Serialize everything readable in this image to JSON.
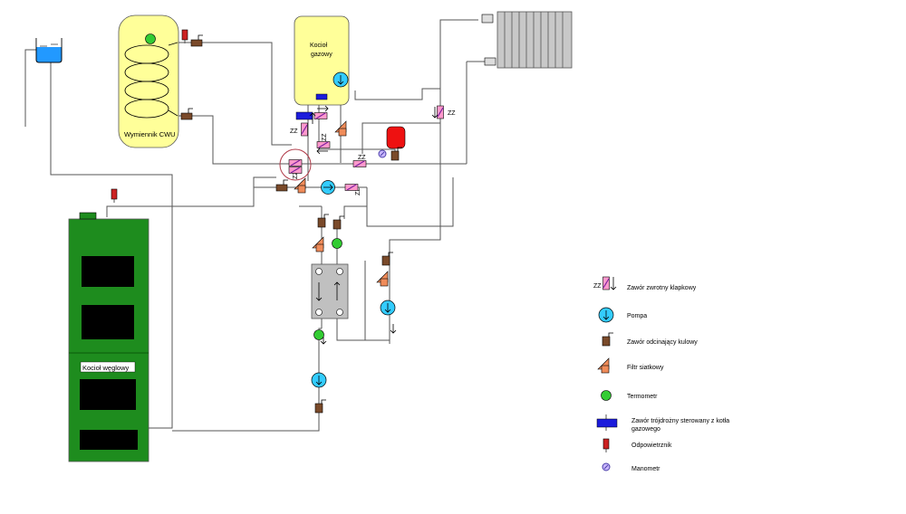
{
  "labels": {
    "gas_boiler_line1": "Kocioł",
    "gas_boiler_line2": "gazowy",
    "dhw_exchanger": "Wymiennik CWU",
    "coal_boiler": "Kocioł węglowy",
    "zz": "ZZ"
  },
  "legend": [
    {
      "icon": "check-valve-icon",
      "prefix": "ZZ",
      "label": "Zawór zwrotny klapkowy"
    },
    {
      "icon": "pump-icon",
      "label": "Pompa"
    },
    {
      "icon": "ball-valve-icon",
      "label": "Zawór odcinający kulowy"
    },
    {
      "icon": "mesh-filter-icon",
      "label": "Filtr siatkowy"
    },
    {
      "icon": "thermometer-icon",
      "label": "Termometr"
    },
    {
      "icon": "three-way-valve-icon",
      "label": "Zawór trójdrożny sterowany z kotła",
      "label2": "gazowego"
    },
    {
      "icon": "air-vent-icon",
      "label": "Odpowietrznik"
    },
    {
      "icon": "manometer-icon",
      "label": "Manometr"
    }
  ],
  "colors": {
    "pipe": "#555555",
    "dhw_tank": "#ffff99",
    "coal_boiler": "#1e8c1e",
    "pump": "#33ccff",
    "thermometer": "#33cc33",
    "three_way_valve": "#1c1cdc",
    "air_vent": "#cc2222",
    "filter": "#f08c5a",
    "ball_valve": "#7a4a2a",
    "check_valve": "#ff99cc",
    "expansion_vessel": "#ee1111",
    "water_tank": "#2299ff",
    "radiator": "#c8c8c8"
  }
}
